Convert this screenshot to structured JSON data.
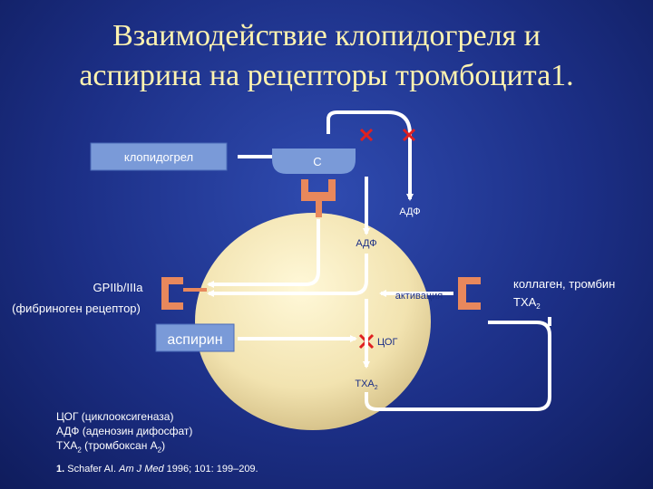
{
  "title": {
    "line1": "Взаимодействие клопидогреля и",
    "line2": "аспирина на рецепторы тромбоцита1."
  },
  "diagram": {
    "clopidogrel_box": "клопидогрел",
    "receptor_c": "С",
    "adp_outside": "АДФ",
    "adp_inside": "АДФ",
    "gp_label_line1": "GPIIb/IIIa",
    "gp_label_line2": "(фибриноген рецептор)",
    "activation": "активация",
    "aspirin_box": "аспирин",
    "cog": "ЦОГ",
    "txa2": "ТХА",
    "txa2_sub": "2",
    "collagen_line1": "коллаген, тромбин",
    "collagen_line2": "ТХА",
    "collagen_sub": "2",
    "colors": {
      "platelet": "#f2e3b0",
      "receptor": "#e8885c",
      "arrow": "#ffffff",
      "block_mark": "#e02020",
      "box_fill": "#7a9ad8",
      "title": "#fff3b0"
    }
  },
  "legend": {
    "line1": "ЦОГ (циклооксигеназа)",
    "line2": "АДФ (аденозин дифосфат)",
    "line3_text": "ТХА",
    "line3_sub": "2",
    "line3_rest": " (тромбоксан А",
    "line3_sub2": "2",
    "line3_end": ")"
  },
  "reference": {
    "number": "1.",
    "author": " Schafer AI. ",
    "journal": "Am J Med",
    "rest": " 1996; 101: 199–209."
  }
}
